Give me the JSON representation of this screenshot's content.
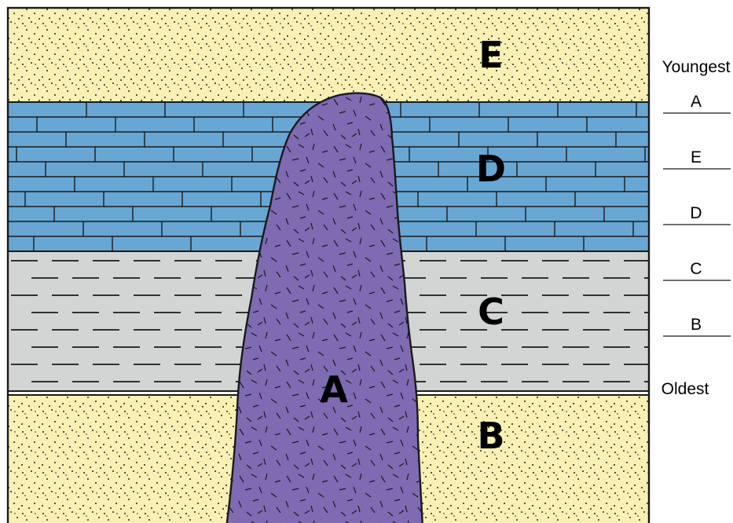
{
  "layers": [
    {
      "id": "E",
      "label": "E",
      "rock": "sandstone",
      "color": "#faf0b4"
    },
    {
      "id": "D",
      "label": "D",
      "rock": "limestone",
      "color": "#68a7d4"
    },
    {
      "id": "C",
      "label": "C",
      "rock": "shale",
      "color": "#d3d4d4"
    },
    {
      "id": "B",
      "label": "B",
      "rock": "sandstone",
      "color": "#faf0b4"
    },
    {
      "id": "A",
      "label": "A",
      "rock": "igneous intrusion",
      "color": "#7e6bb2"
    }
  ],
  "key": {
    "top_label": "Youngest",
    "bottom_label": "Oldest",
    "order": [
      "A",
      "E",
      "D",
      "C",
      "B"
    ]
  }
}
